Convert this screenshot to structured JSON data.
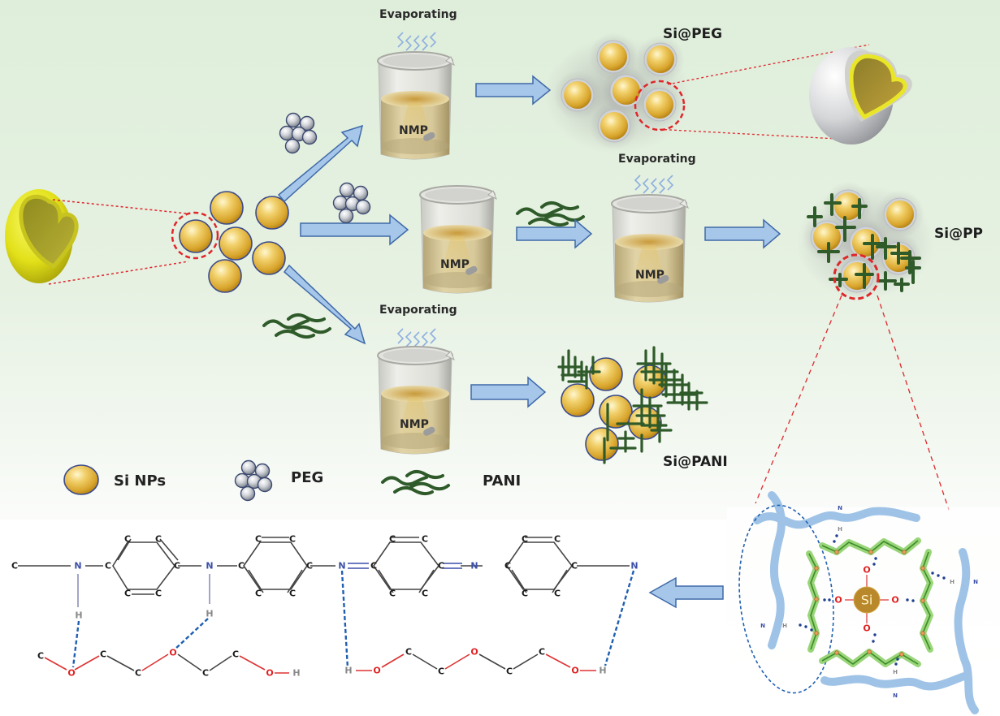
{
  "diagram": {
    "title": "Preparation scheme of Si@PEG, Si@PP and Si@PANI composites",
    "labels": {
      "evaporating_top": "Evaporating",
      "evaporating_mid": "Evaporating",
      "evaporating_bottom": "Evaporating",
      "solvent": "NMP",
      "product_peg": "Si@PEG",
      "product_pp": "Si@PP",
      "product_pani": "Si@PANI",
      "si_center": "Si"
    },
    "legend": [
      {
        "icon": "si-nanoparticle-icon",
        "label": "Si NPs"
      },
      {
        "icon": "peg-cluster-icon",
        "label": "PEG"
      },
      {
        "icon": "pani-chains-icon",
        "label": "PANI"
      }
    ],
    "colors": {
      "arrow_fill": "#a7c7ea",
      "arrow_stroke": "#3f6aa8",
      "si_gold": "#e9bf45",
      "pani_green": "#2f5a2a",
      "zoom_circle_red": "#e0262b",
      "hbond_blue": "#1f5fb0",
      "atom_nitrogen": "#3b4fa8",
      "atom_oxygen": "#e02020"
    },
    "pani_chain": {
      "nitrogens": [
        "N",
        "N",
        "N",
        "N",
        "N"
      ],
      "hydrogens": [
        "H",
        "H"
      ],
      "carbon": "C"
    },
    "peg_chain": {
      "left": [
        "C",
        "O",
        "C",
        "C",
        "O",
        "C",
        "C",
        "O",
        "H"
      ],
      "right": [
        "H",
        "O",
        "C",
        "C",
        "O",
        "C",
        "C",
        "O",
        "H"
      ]
    },
    "interaction_atoms": {
      "n": "N",
      "h": "H",
      "o": "O",
      "oh": "OH"
    }
  }
}
